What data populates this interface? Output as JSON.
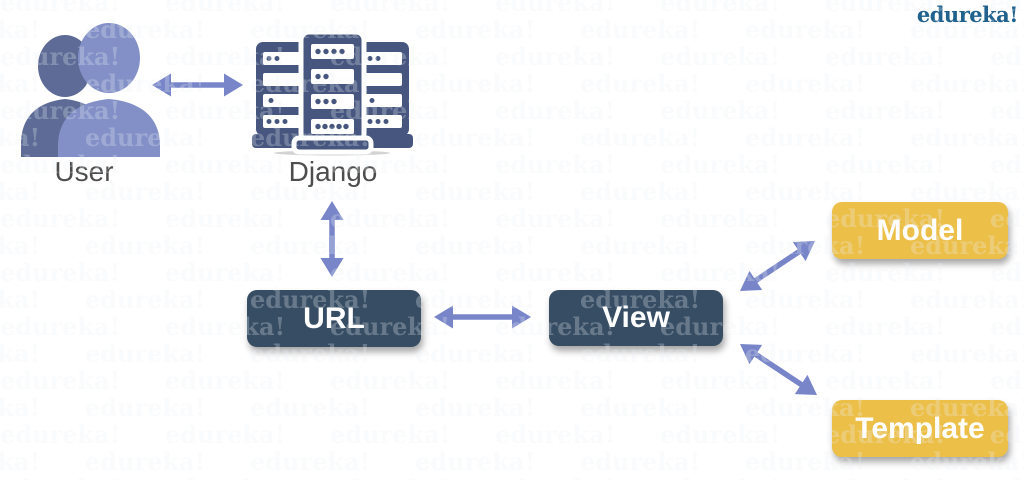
{
  "logo": {
    "text": "edureka!"
  },
  "watermark": {
    "text": "edureka!"
  },
  "nodes": {
    "user": {
      "label": "User"
    },
    "django": {
      "label": "Django"
    },
    "url": {
      "label": "URL"
    },
    "view": {
      "label": "View"
    },
    "model": {
      "label": "Model"
    },
    "template": {
      "label": "Template"
    }
  },
  "edges": [
    {
      "from": "user",
      "to": "django",
      "bidirectional": true
    },
    {
      "from": "django",
      "to": "url",
      "bidirectional": true
    },
    {
      "from": "url",
      "to": "view",
      "bidirectional": true
    },
    {
      "from": "view",
      "to": "model",
      "bidirectional": true
    },
    {
      "from": "view",
      "to": "template",
      "bidirectional": true
    }
  ],
  "colors": {
    "dark_box": "#364d63",
    "yellow_box": "#ecbf49",
    "arrow": "#7885c9",
    "label_text": "#4d4d4d",
    "logo_blue": "#21618e",
    "server_navy": "#46567e",
    "person_front": "#8290c7",
    "person_back": "#5d6b96"
  }
}
